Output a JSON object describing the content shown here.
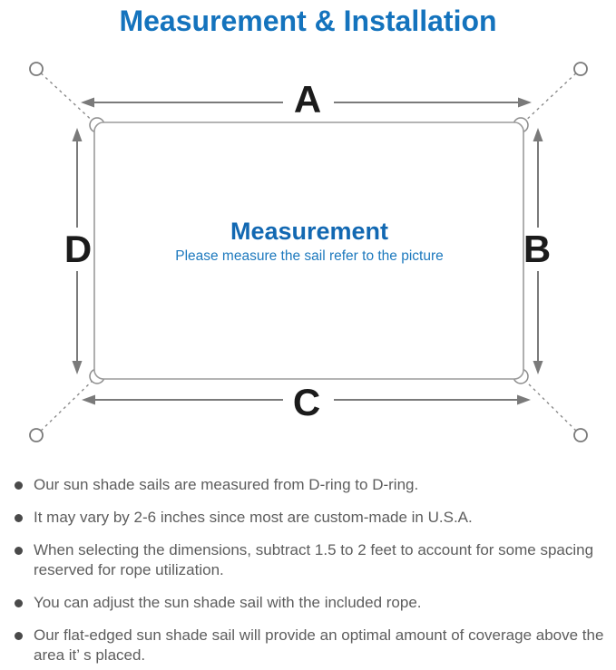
{
  "title": "Measurement & Installation",
  "diagram": {
    "dimension_labels": {
      "top": "A",
      "right": "B",
      "bottom": "C",
      "left": "D"
    },
    "center_heading": "Measurement",
    "center_subtitle": "Please measure the sail refer to the picture"
  },
  "notes": [
    "Our sun shade sails are measured from D-ring to D-ring.",
    "It may vary by 2-6 inches since most are custom-made in U.S.A.",
    "When selecting the dimensions, subtract 1.5 to 2 feet to account for some spacing reserved for rope utilization.",
    "You can adjust the sun shade sail with the included rope.",
    "Our flat-edged sun shade sail will provide an optimal amount of coverage above the area it’ s placed."
  ],
  "colors": {
    "title_blue": "#1473bd",
    "center_heading_blue": "#1268b2",
    "center_subtitle_blue": "#1d79be",
    "note_text_gray": "#5d5d5d",
    "line_gray": "#7a7a7a",
    "sail_border_gray": "#9b9b9b",
    "label_black": "#1b1b1b"
  }
}
